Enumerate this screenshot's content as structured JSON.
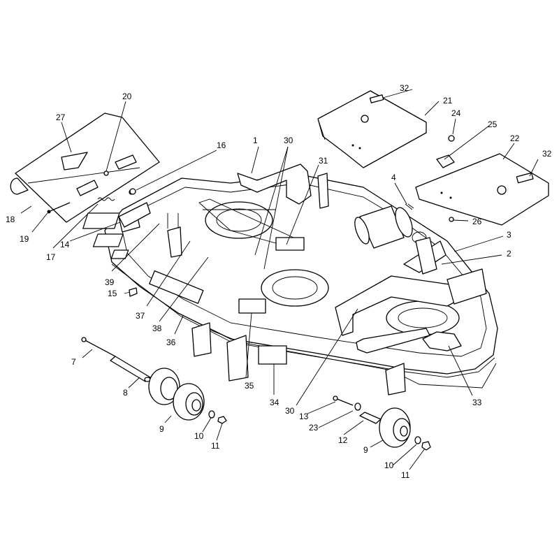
{
  "diagram": {
    "colors": {
      "line": "#000000",
      "background": "#ffffff"
    },
    "callouts": {
      "c1": "1",
      "c2": "2",
      "c3": "3",
      "c4": "4",
      "c7": "7",
      "c8": "8",
      "c9a": "9",
      "c9b": "9",
      "c10a": "10",
      "c10b": "10",
      "c11a": "11",
      "c11b": "11",
      "c12": "12",
      "c13": "13",
      "c14": "14",
      "c15": "15",
      "c16": "16",
      "c17": "17",
      "c18": "18",
      "c19": "19",
      "c20": "20",
      "c21": "21",
      "c22": "22",
      "c23": "23",
      "c24": "24",
      "c25": "25",
      "c26": "26",
      "c27": "27",
      "c30a": "30",
      "c30b": "30",
      "c31": "31",
      "c32a": "32",
      "c32b": "32",
      "c33": "33",
      "c34": "34",
      "c35": "35",
      "c36": "36",
      "c37": "37",
      "c38": "38",
      "c39": "39"
    }
  }
}
